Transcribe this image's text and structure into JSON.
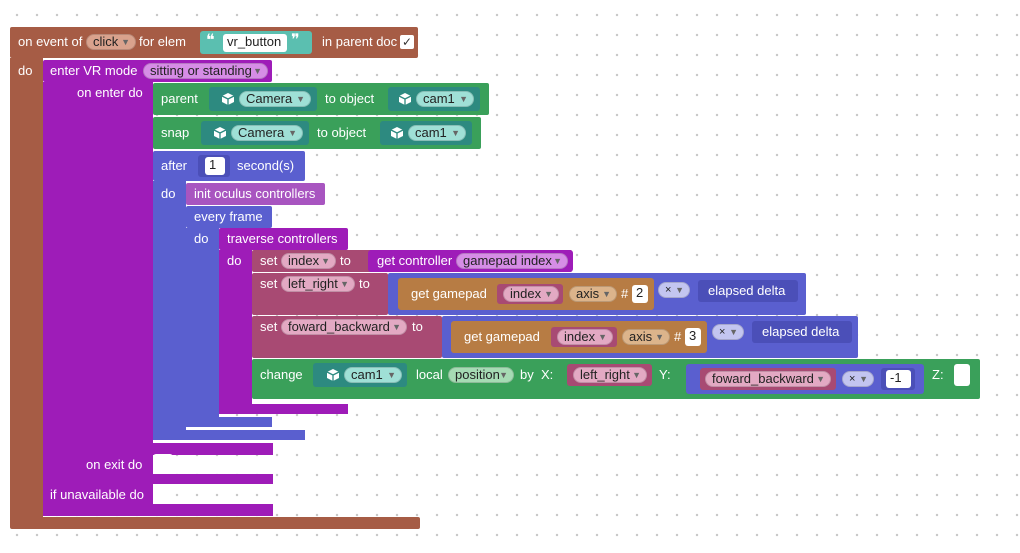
{
  "event": {
    "on_event_of": "on event of",
    "event_type": "click",
    "for_elem": "for elem",
    "elem_value": "vr_button",
    "in_parent_doc": "in parent doc",
    "checkbox": "✓",
    "do": "do"
  },
  "vr": {
    "enter_vr_mode": "enter VR mode",
    "mode": "sitting or standing",
    "on_enter_do": "on enter do",
    "on_exit_do": "on exit do",
    "if_unavailable_do": "if unavailable do"
  },
  "parent_block": {
    "label": "parent",
    "child": "Camera",
    "to_object": "to object",
    "target": "cam1"
  },
  "snap_block": {
    "label": "snap",
    "child": "Camera",
    "to_object": "to object",
    "target": "cam1"
  },
  "after_block": {
    "after": "after",
    "seconds_value": "1",
    "seconds_label": "second(s)",
    "do": "do"
  },
  "oculus": {
    "init": "init oculus controllers",
    "every_frame": "every frame",
    "do": "do",
    "traverse": "traverse controllers",
    "do2": "do"
  },
  "set_index": {
    "set": "set",
    "var": "index",
    "to": "to",
    "get_controller": "get controller",
    "field": "gamepad index"
  },
  "set_lr": {
    "set": "set",
    "var": "left_right",
    "to": "to",
    "get_gamepad": "get gamepad",
    "index_var": "index",
    "axis": "axis",
    "hash": "#",
    "axis_num": "2",
    "op": "×",
    "elapsed": "elapsed delta"
  },
  "set_fb": {
    "set": "set",
    "var": "foward_backward",
    "to": "to",
    "get_gamepad": "get gamepad",
    "index_var": "index",
    "axis": "axis",
    "hash": "#",
    "axis_num": "3",
    "op": "×",
    "elapsed": "elapsed delta"
  },
  "change_block": {
    "change": "change",
    "object": "cam1",
    "local": "local",
    "property": "position",
    "by": "by",
    "x": "X:",
    "x_var": "left_right",
    "y": "Y:",
    "y_var": "foward_backward",
    "op": "×",
    "y_mult": "-1",
    "z": "Z:"
  }
}
